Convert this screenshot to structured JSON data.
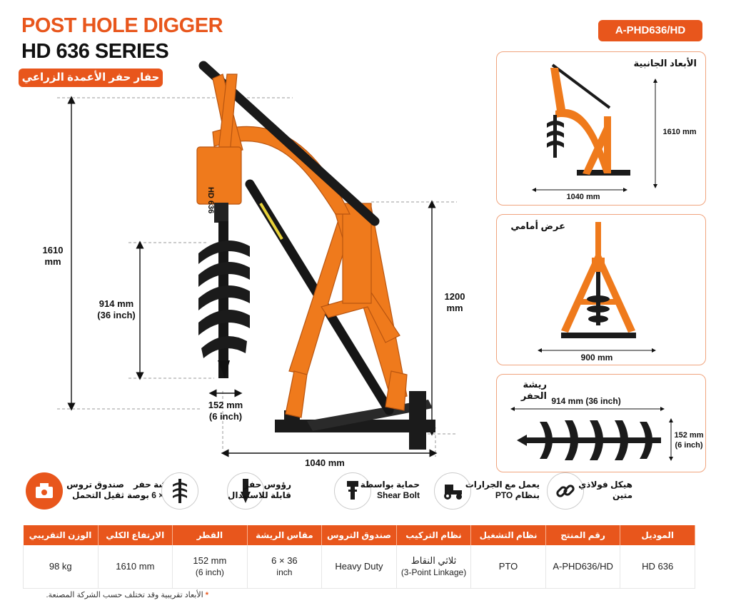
{
  "header": {
    "title_line1": "POST HOLE DIGGER",
    "title_line2": "HD 636 SERIES",
    "subtitle_ar": "حفار حفر الأعمدة الزراعي",
    "model_code": "A-PHD636/HD"
  },
  "main_dimensions": {
    "height_value": "1610",
    "height_unit": "mm",
    "auger_length": "914 mm",
    "auger_length_inch": "(36 inch)",
    "auger_diameter": "152 mm",
    "auger_diameter_inch": "(6 inch)",
    "frame_height_value": "1200",
    "frame_height_unit": "mm",
    "width": "1040 mm",
    "gearbox_label": "HD 636"
  },
  "side_view": {
    "title": "الأبعاد الجانبية",
    "height": "1610 mm",
    "width": "1040 mm"
  },
  "front_view": {
    "title": "عرض أمامي",
    "width": "900 mm"
  },
  "auger_view": {
    "title": "ريشة الحفر",
    "length": "914 mm (36 inch)",
    "diameter": "152 mm",
    "diameter_inch": "(6 inch)"
  },
  "features": [
    {
      "icon": "gearbox-icon",
      "line1": "صندوق تروس",
      "line2": "ثقيل التحمل"
    },
    {
      "icon": "auger-icon",
      "line1": "ريشة حفر",
      "line2": "36 × 6 بوصة"
    },
    {
      "icon": "drill-tip-icon",
      "line1": "رؤوس حفر",
      "line2": "قابلة للاستبدال"
    },
    {
      "icon": "shear-bolt-icon",
      "line1": "حماية بواسطة",
      "line2": "Shear Bolt"
    },
    {
      "icon": "tractor-icon",
      "line1": "يعمل مع الجرارات",
      "line2": "بنظام PTO"
    },
    {
      "icon": "chain-link-icon",
      "line1": "هيكل فولاذي",
      "line2": "متين"
    }
  ],
  "spec_table": {
    "headers": [
      "الوزن التقريبي",
      "الارتفاع الكلي",
      "القطر",
      "مقاس الريشة",
      "صندوق التروس",
      "نظام التركيب",
      "نظام التشغيل",
      "رقم المنتج",
      "الموديل"
    ],
    "row": [
      {
        "main": "98 kg",
        "sub": ""
      },
      {
        "main": "1610 mm",
        "sub": ""
      },
      {
        "main": "152 mm",
        "sub": "(6 inch)"
      },
      {
        "main": "6 × 36",
        "sub": "inch"
      },
      {
        "main": "Heavy Duty",
        "sub": ""
      },
      {
        "main": "ثلاثي النقاط",
        "sub": "(3-Point Linkage)"
      },
      {
        "main": "PTO",
        "sub": ""
      },
      {
        "main": "A-PHD636/HD",
        "sub": ""
      },
      {
        "main": "HD 636",
        "sub": ""
      }
    ]
  },
  "footnote": {
    "star": "*",
    "text": "الأبعاد تقريبية وقد تختلف حسب الشركة المصنعة."
  },
  "colors": {
    "accent": "#e8561c",
    "frame": "#ef7a1c",
    "dark": "#1b1b1b"
  }
}
